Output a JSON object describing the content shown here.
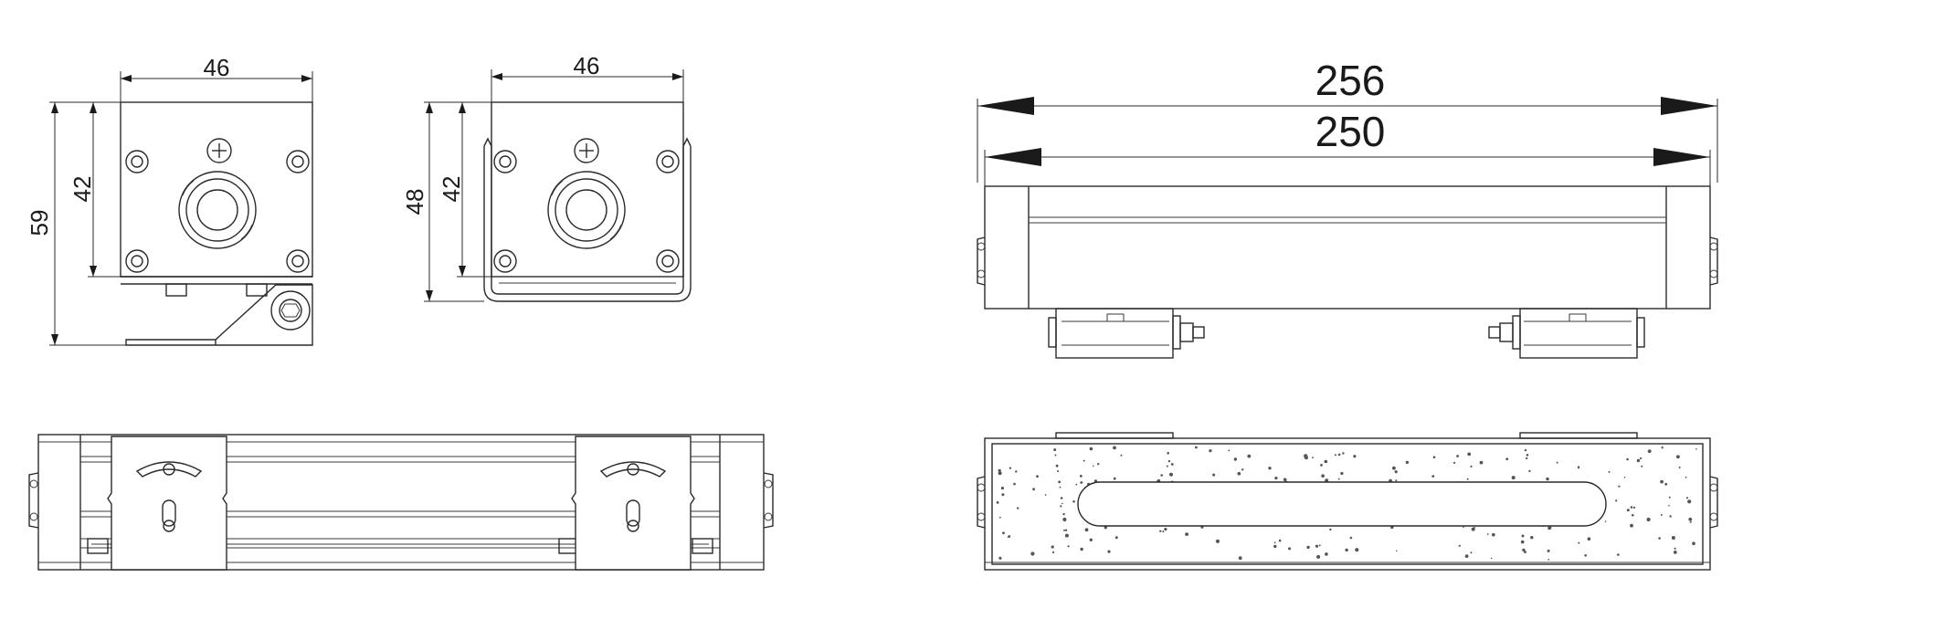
{
  "dimensions": {
    "front_view_a": {
      "width": "46",
      "body_height": "42",
      "total_height": "59"
    },
    "front_view_b": {
      "width": "46",
      "body_height": "42",
      "total_height": "48"
    },
    "side_view": {
      "overall_length": "256",
      "body_length": "250"
    }
  },
  "colors": {
    "line": "#2a2a2a",
    "background": "#ffffff",
    "arrow": "#1a1a1a",
    "lens_texture": "#555555"
  }
}
